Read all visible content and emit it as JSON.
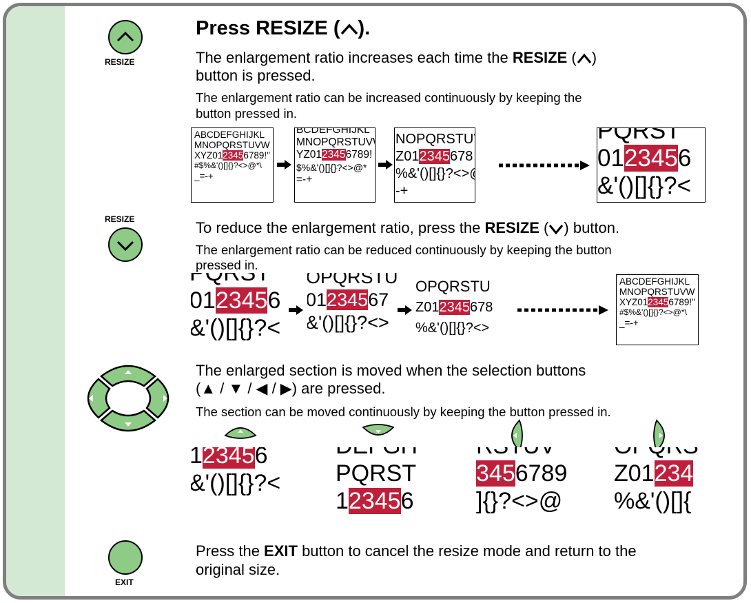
{
  "labels": {
    "resize_up_caption": "RESIZE",
    "resize_down_caption": "RESIZE",
    "exit_caption": "EXIT"
  },
  "section1": {
    "title_prefix": "Press RESIZE (",
    "title_suffix": ").",
    "line1_prefix": "The enlargement ratio increases each time the ",
    "line1_bold": "RESIZE",
    "line1_mid": " (",
    "line1_suffix": ")",
    "line2": "button is pressed.",
    "note_line1": "The enlargement ratio can be increased continuously by keeping the",
    "note_line2": "button pressed in."
  },
  "section2": {
    "line1_prefix": "To reduce the enlargement ratio, press the ",
    "line1_bold": "RESIZE",
    "line1_mid": " (",
    "line1_suffix": ") button.",
    "note_line1": "The enlargement ratio can be reduced continuously by keeping the button",
    "note_line2": "pressed in."
  },
  "section3": {
    "line1": "The enlarged section is moved when the selection buttons",
    "line2_open": "(",
    "line2_arrows": "▲ / ▼ / ◀ / ▶",
    "line2_close": ") are pressed.",
    "note": "The section can be moved continuously by keeping the button pressed in."
  },
  "section4": {
    "line1_prefix": "Press the ",
    "line1_bold": "EXIT",
    "line1_suffix": " button to cancel the resize mode and return to the",
    "line2": "original size."
  },
  "sample": {
    "row1": "ABCDEFGHIJKL",
    "row2": "MNOPQRSTUVW",
    "row3_a": "XYZ01",
    "row3_hl": "2345",
    "row3_b": "6789!\"",
    "row4": "#$%&'()[]{}?<>@*\\",
    "row5": "_=-+"
  },
  "zoom2": {
    "row1": "BCDEFGHIJKL",
    "row2": "MNOPQRSTUVW",
    "row3_a": "YZ01",
    "row3_hl": "2345",
    "row3_b": "6789!",
    "row4": "$%&'()[]{}?<>@*",
    "row5": "=-+"
  },
  "zoom3": {
    "row1": "NOPQRSTUV",
    "row2_a": "Z01",
    "row2_hl": "2345",
    "row2_b": "678",
    "row3": "%&'()[]{}?<>@",
    "row4": "-+"
  },
  "zoom4": {
    "row1": "PQRST",
    "row2_a": "01",
    "row2_hl": "2345",
    "row2_b": "6",
    "row3": "&'()[]{}?<"
  },
  "zoomB2": {
    "row1": "OPQRSTU",
    "row2_a": "01",
    "row2_hl": "2345",
    "row2_b": "67",
    "row3": "&'()[]{}?<>"
  },
  "zoomB3": {
    "row1": "OPQRSTU",
    "row2_a": "Z01",
    "row2_hl": "2345",
    "row2_b": "678",
    "row3": "%&'()[]{}?<>"
  },
  "move1": {
    "row1_hl": "2345",
    "row1_b": "6",
    "row2": "&'()[]{}?<"
  },
  "move2": {
    "row1": "DEFGH",
    "row2": "PQRST",
    "row3_hl": "2345",
    "row3_b": "6"
  },
  "move3": {
    "row1": "RSTUV",
    "row2_hl": "345",
    "row2_b": "6789",
    "row3": "]{}?<>@"
  },
  "move4": {
    "row1": "OPQRS",
    "row2_a": "Z01",
    "row2_hl": "234",
    "row3": "%&'()[]{"
  },
  "colors": {
    "highlight": "#bf1f3a",
    "button_green": "#8dcb86",
    "sidebar": "#d3e9d3",
    "border": "#7f7f7f"
  }
}
